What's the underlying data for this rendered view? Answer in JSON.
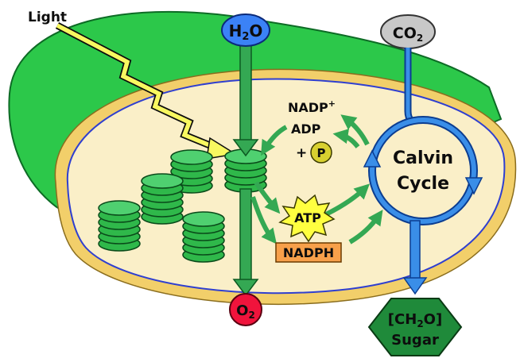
{
  "labels": {
    "light": "Light",
    "h2o": {
      "main": "H",
      "sub": "2",
      "tail": "O"
    },
    "co2": {
      "main": "CO",
      "sub": "2"
    },
    "o2": {
      "main": "O",
      "sub": "2"
    },
    "nadp": {
      "main": "NADP",
      "sup": "+"
    },
    "adp": "ADP",
    "plus": "+",
    "p": "P",
    "atp": "ATP",
    "nadph": "NADPH",
    "calvin_line1": "Calvin",
    "calvin_line2": "Cycle",
    "sugar_line1": {
      "open": "[CH",
      "sub": "2",
      "close": "O]"
    },
    "sugar_line2": "Sugar"
  },
  "colors": {
    "outer_membrane": "#2cc84a",
    "stroma": "#faefc8",
    "membrane_yellow": "#f2cf6a",
    "membrane_blue": "#2f3fd0",
    "thylakoid": "#2fb84a",
    "thylakoid_top": "#4fd070",
    "arrow_green": "#34a853",
    "arrow_dark_green": "#1e8c34",
    "blue_arrow": "#3a8ee8",
    "light_ray": "#f8f860",
    "h2o_fill": "#3b82f6",
    "co2_fill": "#c8c8c8",
    "o2_fill": "#f0143c",
    "p_fill": "#d8d030",
    "atp_fill": "#ffff40",
    "nadph_fill": "#f7a04a",
    "sugar_fill": "#1f8a3a"
  }
}
